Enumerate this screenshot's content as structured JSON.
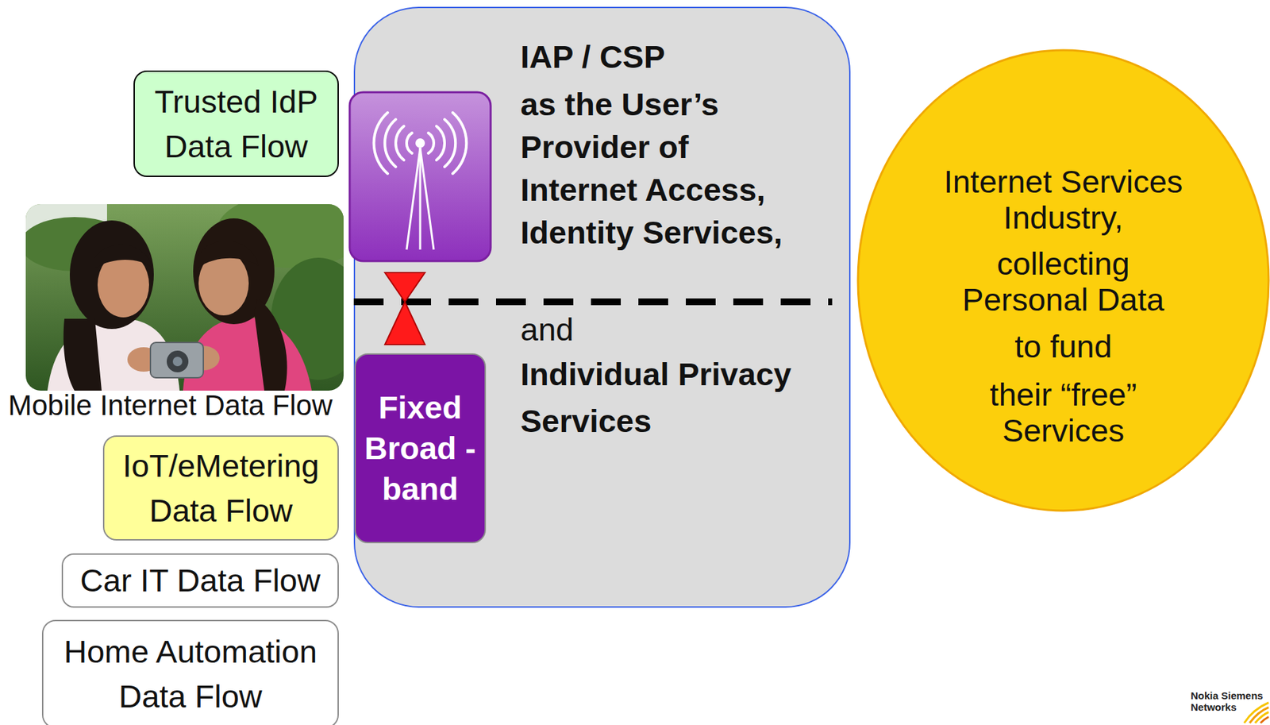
{
  "diagram": {
    "nodes": [
      {
        "text": [
          "Trusted IdP Data Flow"
        ]
      },
      {
        "text": [
          "IAP / CSP",
          "as the User’s Provider of Internet Access, Identity Services,",
          "and",
          "Individual Privacy Services"
        ]
      },
      {
        "text": [
          "Fixed Broad -band"
        ],
        "in": 1
      },
      {
        "text": [
          "Internet Services Industry,",
          "collecting Personal Data",
          "to fund",
          "their “free” Services"
        ]
      },
      {
        "text": [
          "IoT/eMetering Data Flow"
        ]
      },
      {
        "text": [
          "Car IT Data Flow"
        ]
      },
      {
        "text": [
          "Home Automation Data Flow"
        ]
      }
    ],
    "labels": [
      "Mobile Internet Data Flow",
      "Nokia Siemens Networks"
    ]
  }
}
